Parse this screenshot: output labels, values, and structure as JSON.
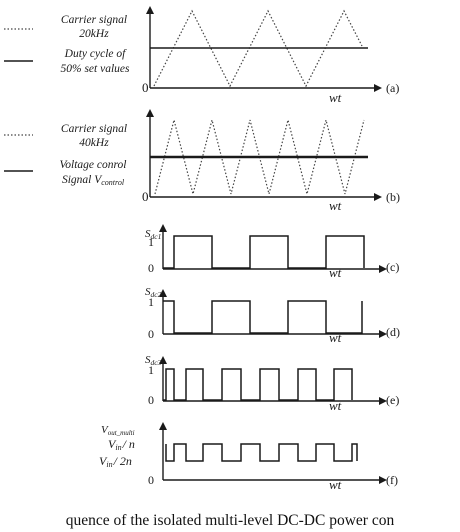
{
  "panels": [
    {
      "id": "a",
      "label": "(a)",
      "axis_label": "wt",
      "zero_label": "0",
      "legend": [
        {
          "style": "dotted",
          "line1": "Carrier signal",
          "line2": "20kHz"
        },
        {
          "style": "solid",
          "line1": "Duty cycle of",
          "line2": "50% set values"
        }
      ]
    },
    {
      "id": "b",
      "label": "(b)",
      "axis_label": "wt",
      "zero_label": "0",
      "legend": [
        {
          "style": "dotted",
          "line1": "Carrier signal",
          "line2": "40kHz"
        },
        {
          "style": "solid",
          "line1": "Voltage conrol",
          "line2": "Signal V",
          "line2_sub": "control"
        }
      ]
    },
    {
      "id": "c",
      "label": "(c)",
      "axis_label": "wt",
      "signal": "S",
      "signal_sub": "dc1",
      "one_label": "1",
      "zero_label": "0"
    },
    {
      "id": "d",
      "label": "(d)",
      "axis_label": "wt",
      "signal": "S",
      "signal_sub": "dc2",
      "one_label": "1",
      "zero_label": "0"
    },
    {
      "id": "e",
      "label": "(e)",
      "axis_label": "wt",
      "signal": "S",
      "signal_sub": "dc3",
      "one_label": "1",
      "zero_label": "0"
    },
    {
      "id": "f",
      "label": "(f)",
      "axis_label": "wt",
      "signal": "V",
      "signal_sub": "out_multi",
      "level_high": "V",
      "level_high_sub": "in",
      "level_high_suffix": "/ n",
      "level_low": "V",
      "level_low_sub": "in",
      "level_low_suffix": "/ 2n",
      "zero_label": "0"
    }
  ],
  "caption": "quence of the isolated multi-level DC-DC power con"
}
